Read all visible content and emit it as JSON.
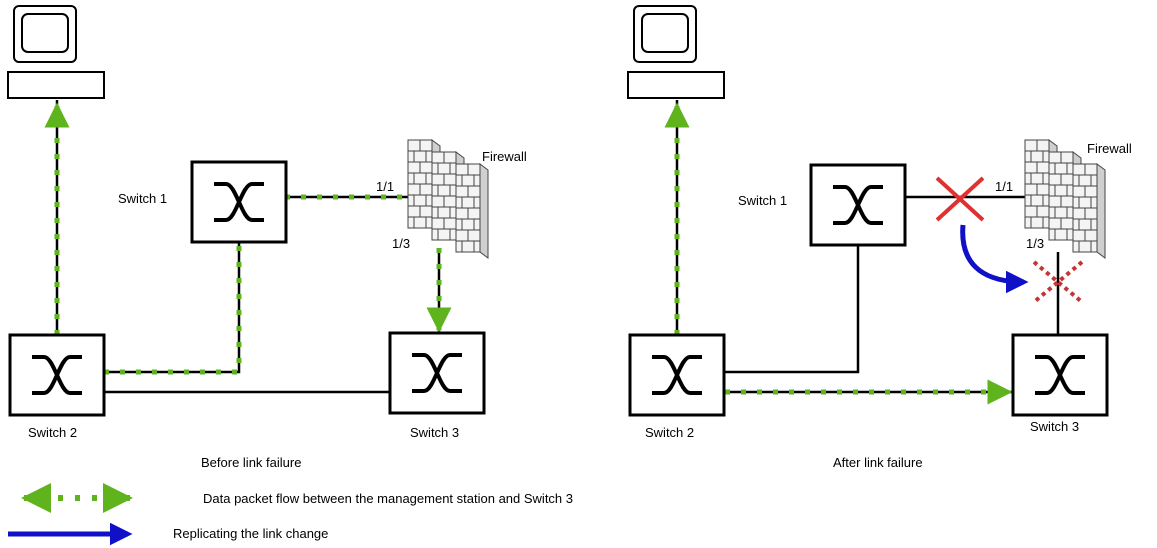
{
  "left_panel": {
    "caption": "Before link failure",
    "switch1_label": "Switch 1",
    "switch2_label": "Switch 2",
    "switch3_label": "Switch 3",
    "firewall_label": "Firewall",
    "port_1_1": "1/1",
    "port_1_3": "1/3"
  },
  "right_panel": {
    "caption": "After link failure",
    "switch1_label": "Switch 1",
    "switch2_label": "Switch 2",
    "switch3_label": "Switch 3",
    "firewall_label": "Firewall",
    "port_1_1": "1/1",
    "port_1_3": "1/3"
  },
  "legend": {
    "data_flow": "Data packet flow between the management station and Switch 3",
    "replication": "Replicating the link change"
  },
  "colors": {
    "data_flow": "#5fb41e",
    "replication": "#1010c8",
    "failure": "#e03030",
    "failure_dotted": "#c83232"
  },
  "icons": [
    "computer-icon",
    "switch-icon",
    "firewall-icon",
    "failure-x-icon"
  ]
}
